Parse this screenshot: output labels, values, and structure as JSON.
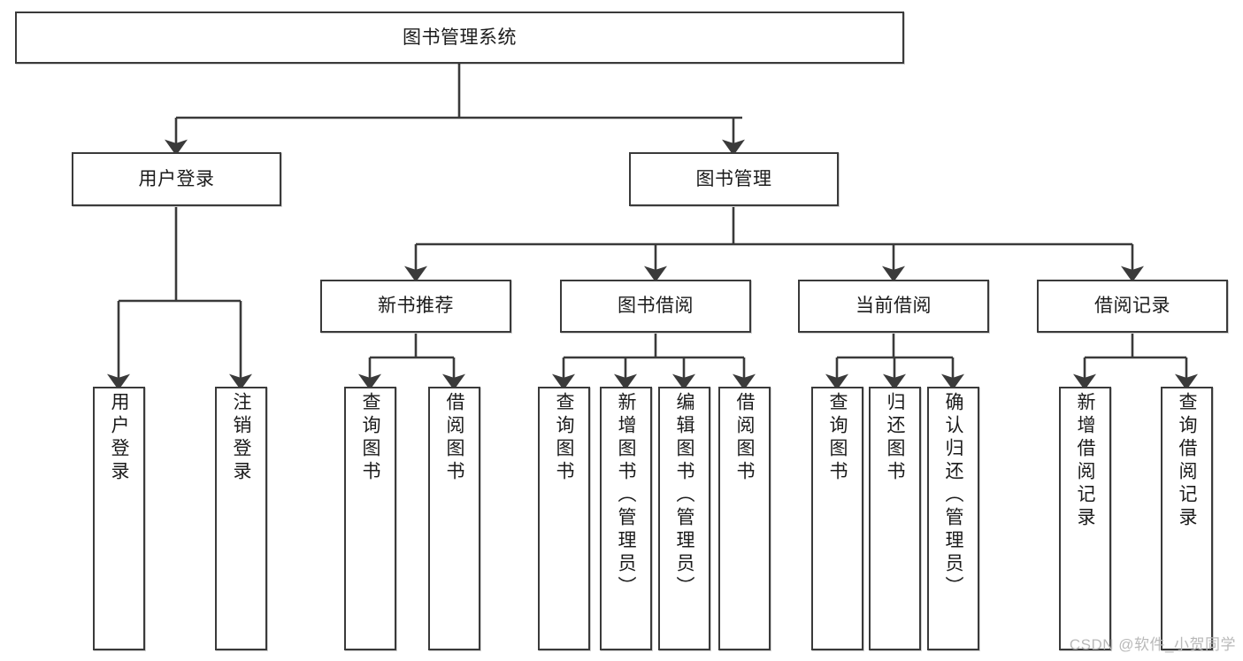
{
  "diagram": {
    "type": "tree-hierarchy",
    "orientation": "top-down",
    "root": {
      "id": "root",
      "label": "图书管理系统"
    },
    "level1": [
      {
        "id": "user-login",
        "label": "用户登录"
      },
      {
        "id": "book-management",
        "label": "图书管理"
      }
    ],
    "level2": [
      {
        "id": "new-book-recommend",
        "label": "新书推荐",
        "parent": "book-management"
      },
      {
        "id": "book-borrow",
        "label": "图书借阅",
        "parent": "book-management"
      },
      {
        "id": "current-borrow",
        "label": "当前借阅",
        "parent": "book-management"
      },
      {
        "id": "borrow-record",
        "label": "借阅记录",
        "parent": "book-management"
      }
    ],
    "leaves": {
      "user-login": [
        {
          "id": "leaf-user-login",
          "label": "用户登录"
        },
        {
          "id": "leaf-logout-login",
          "label": "注销登录"
        }
      ],
      "new-book-recommend": [
        {
          "id": "leaf-query-book-1",
          "label": "查询图书"
        },
        {
          "id": "leaf-borrow-book-1",
          "label": "借阅图书"
        }
      ],
      "book-borrow": [
        {
          "id": "leaf-query-book-2",
          "label": "查询图书"
        },
        {
          "id": "leaf-add-book",
          "label": "新增图书（管理员）"
        },
        {
          "id": "leaf-edit-book",
          "label": "编辑图书（管理员）"
        },
        {
          "id": "leaf-borrow-book-2",
          "label": "借阅图书"
        }
      ],
      "current-borrow": [
        {
          "id": "leaf-query-book-3",
          "label": "查询图书"
        },
        {
          "id": "leaf-return-book",
          "label": "归还图书"
        },
        {
          "id": "leaf-confirm-return",
          "label": "确认归还（管理员）"
        }
      ],
      "borrow-record": [
        {
          "id": "leaf-add-record",
          "label": "新增借阅记录"
        },
        {
          "id": "leaf-query-record",
          "label": "查询借阅记录"
        }
      ]
    }
  },
  "watermark": {
    "text": "CSDN @软件_小贺同学"
  },
  "colors": {
    "stroke": "#3a3a3a",
    "box_fill": "#ffffff",
    "text": "#1b1b1b",
    "watermark": "#b9b9b9",
    "background": "#ffffff"
  }
}
